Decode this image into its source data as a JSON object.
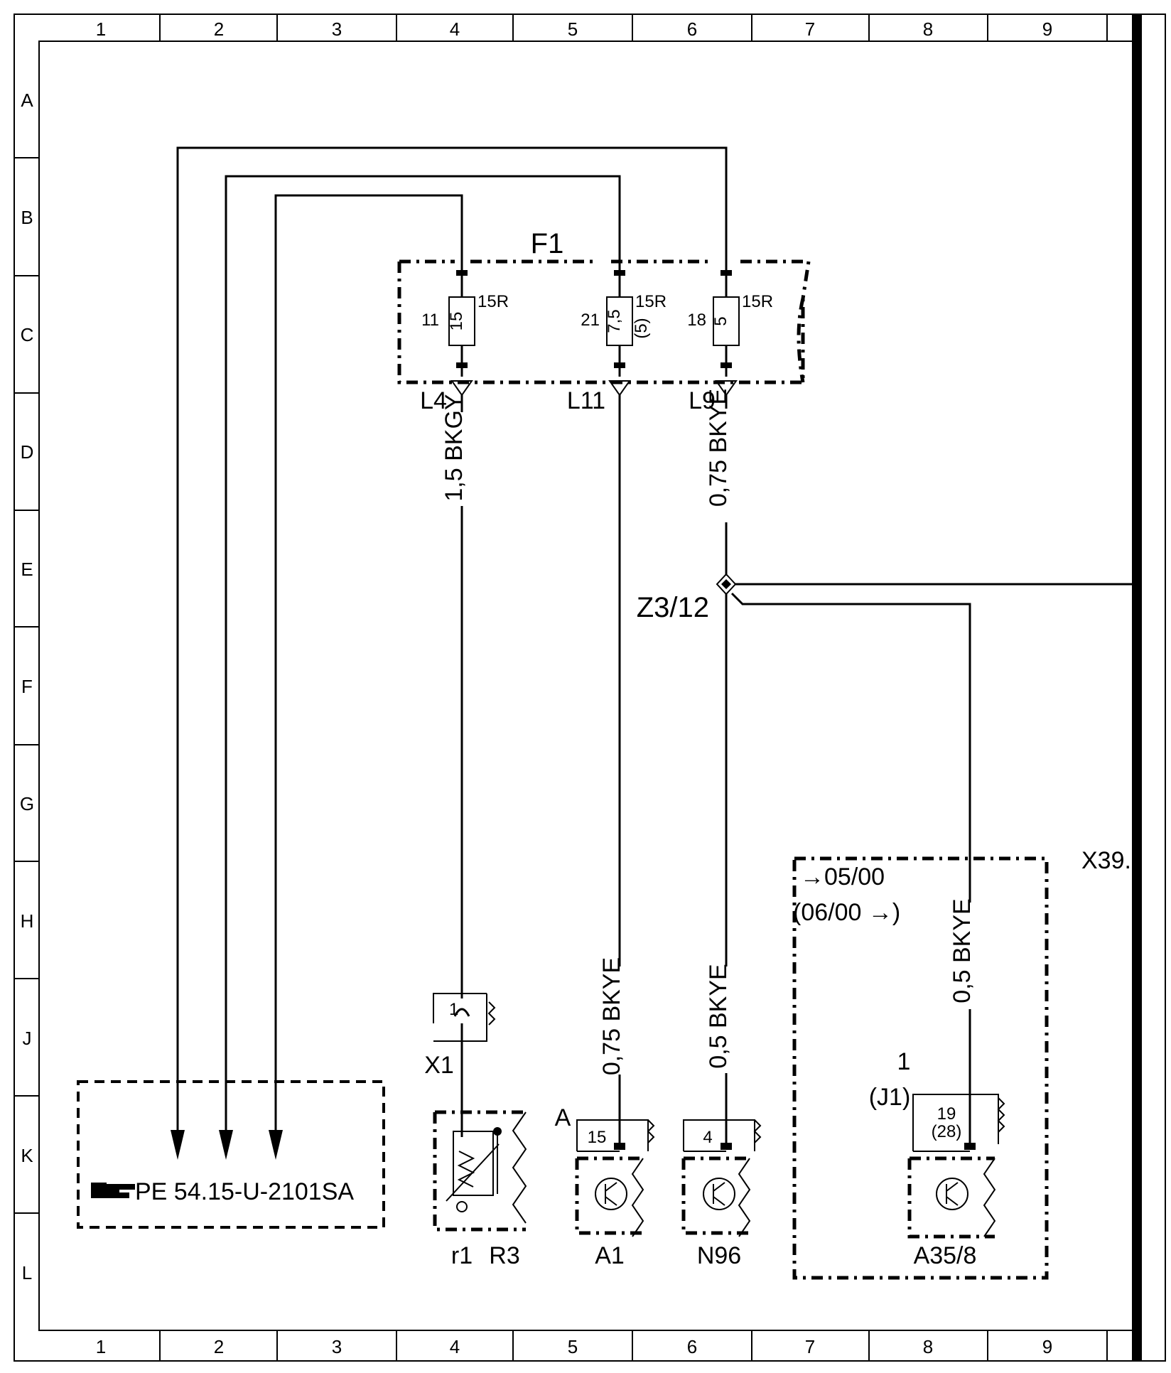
{
  "grid": {
    "columns": [
      "1",
      "2",
      "3",
      "4",
      "5",
      "6",
      "7",
      "8",
      "9"
    ],
    "rows": [
      "A",
      "B",
      "C",
      "D",
      "E",
      "F",
      "G",
      "H",
      "J",
      "K",
      "L"
    ]
  },
  "fuse_box": {
    "name": "F1",
    "fuses": [
      {
        "number": "11",
        "rating": "15",
        "terminal": "15R",
        "note": "",
        "output": "L4"
      },
      {
        "number": "21",
        "rating": "7,5",
        "terminal": "15R",
        "note": "(5)",
        "output": "L11"
      },
      {
        "number": "18",
        "rating": "5",
        "terminal": "15R",
        "note": "",
        "output": "L9"
      }
    ]
  },
  "wires": {
    "w_l4": "1,5 BKGY",
    "w_l9": "0,75 BKYE",
    "w_a1": "0,75 BKYE",
    "w_n96": "0,5 BKYE",
    "w_a35": "0,5 BKYE"
  },
  "splice": "Z3/12",
  "connector": {
    "label": "X1",
    "pin": "1"
  },
  "reference": "PE 54.15-U-2101SA",
  "components": {
    "r1": "r1",
    "r3": "R3",
    "a1": "A1",
    "a1_tag": "A",
    "a1_pin": "15",
    "n96": "N96",
    "n96_pin": "4",
    "a35": "A35/8",
    "a35_pin": "19",
    "a35_pin_alt": "(28)",
    "a35_conn": "1",
    "a35_conn_alt": "(J1)"
  },
  "variant_box": {
    "line1": "→05/00",
    "line2": "(06/00 →)"
  },
  "offpage_label": "X39."
}
